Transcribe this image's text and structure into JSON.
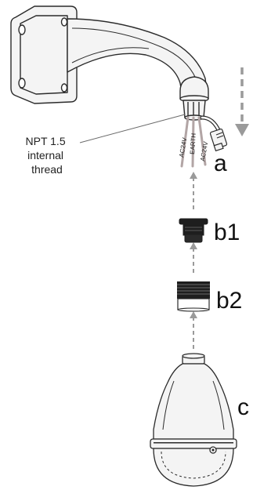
{
  "labels": {
    "thread": [
      "NPT 1.5",
      "internal",
      "thread"
    ],
    "wire_1": "AC24V",
    "wire_2": "EARTH",
    "wire_3": "AC24V",
    "part_a": "a",
    "part_b1": "b1",
    "part_b2": "b2",
    "part_c": "c"
  },
  "colors": {
    "outline": "#2b2b2b",
    "part_fill": "#f4f4f4",
    "dark_part": "#1e1e1e",
    "arrow": "#9a9a9a",
    "wire": "#b2a5a5",
    "leader": "#6a6a6a"
  },
  "icons": {
    "mount": "wall-mount-bracket",
    "adapter": "threaded-adapter",
    "dome": "ptz-dome-camera"
  }
}
